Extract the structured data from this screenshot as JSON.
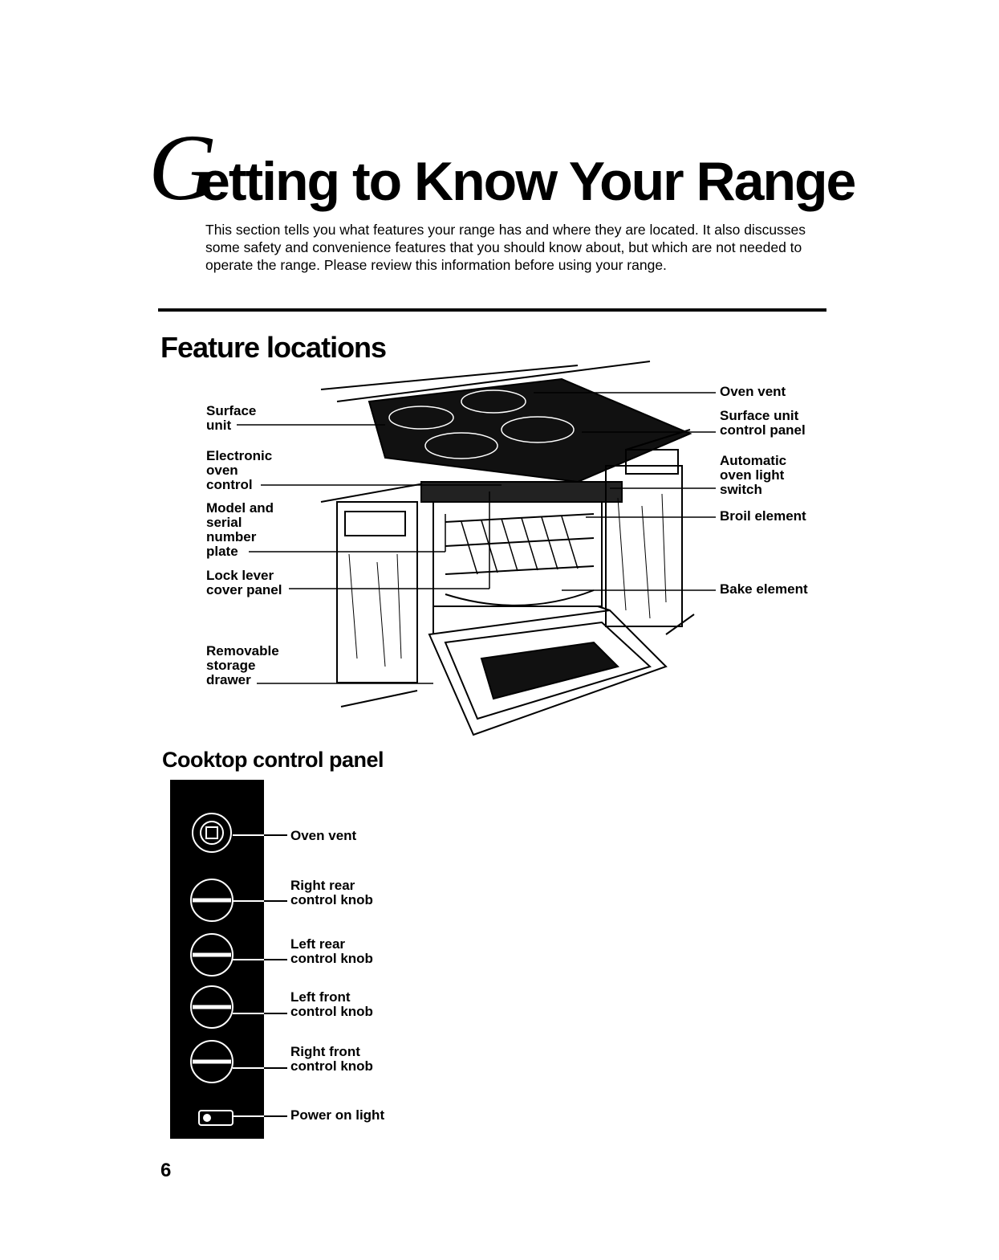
{
  "title": {
    "initial": "G",
    "rest": "etting to Know Your Range"
  },
  "intro": "This section tells you what features your range has and where they are located. It also discusses some safety and convenience features that you should know about, but which are not needed to operate the range. Please review this information before using your range.",
  "feature_locations": {
    "heading": "Feature locations",
    "left_labels": [
      "Surface\nunit",
      "Electronic\noven\ncontrol",
      "Model and\nserial\nnumber\nplate",
      "Lock lever\ncover panel",
      "Removable\nstorage\ndrawer"
    ],
    "right_labels": [
      "Oven vent",
      "Surface unit\ncontrol panel",
      "Automatic\noven light\nswitch",
      "Broil element",
      "Bake element"
    ]
  },
  "cooktop_panel": {
    "heading": "Cooktop control panel",
    "labels": [
      "Oven vent",
      "Right rear\ncontrol knob",
      "Left rear\ncontrol knob",
      "Left front\ncontrol knob",
      "Right front\ncontrol knob",
      "Power on light"
    ]
  },
  "page_number": "6"
}
